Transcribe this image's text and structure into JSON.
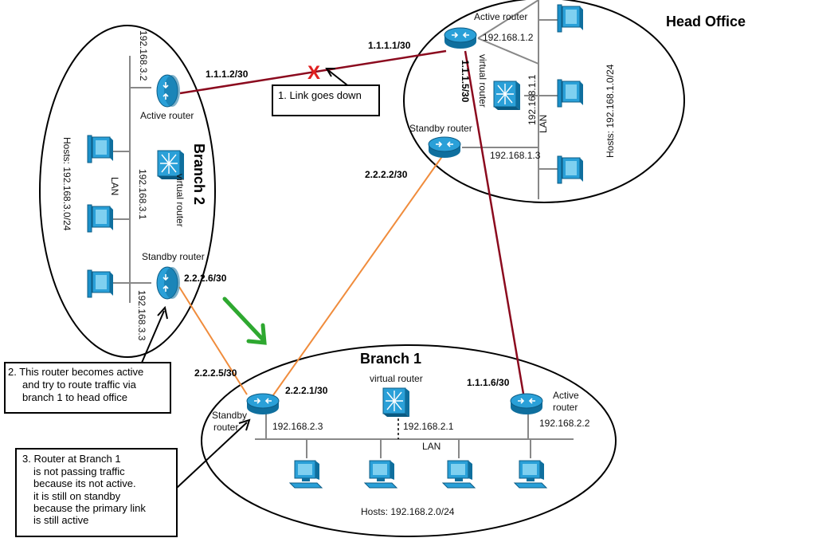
{
  "sites": {
    "head_office": {
      "title": "Head Office",
      "active_router": "Active router",
      "active_router_ip": "192.168.1.2",
      "virtual_router": "virtual router",
      "virtual_router_ip": "192.168.1.1",
      "standby_router": "Standby router",
      "standby_router_ip": "192.168.1.3",
      "lan": "LAN",
      "hosts": "Hosts: 192.168.1.0/24"
    },
    "branch1": {
      "title": "Branch 1",
      "standby_router_line1": "Standby",
      "standby_router_line2": "router",
      "standby_router_ip": "192.168.2.3",
      "virtual_router": "virtual router",
      "virtual_router_ip": "192.168.2.1",
      "active_router_line1": "Active",
      "active_router_line2": "router",
      "active_router_ip": "192.168.2.2",
      "lan": "LAN",
      "hosts": "Hosts:  192.168.2.0/24"
    },
    "branch2": {
      "title": "Branch 2",
      "active_router": "Active router",
      "active_router_ip": "192.168.3.2",
      "virtual_router": "virtual router",
      "virtual_router_ip": "192.168.3.1",
      "standby_router": "Standby router",
      "standby_router_ip": "192.168.3.3",
      "lan": "LAN",
      "hosts": "Hosts: 192.168.3.0/24"
    }
  },
  "links": {
    "ho_active_b2": "1.1.1.1/30",
    "b2_active_ho": "1.1.1.2/30",
    "ho_active_b1": "1.1.1.5/30",
    "b1_active_ho": "1.1.1.6/30",
    "ho_standby_b1": "2.2.2.2/30",
    "b1_standby_ho": "2.2.2.1/30",
    "b2_standby_b1": "2.2.2.6/30",
    "b1_standby_b2": "2.2.2.5/30",
    "failure_mark": "X"
  },
  "notes": {
    "note1": "1. Link goes down",
    "note2": [
      "2. This router becomes active",
      "and try to route traffic via",
      "branch 1 to head office"
    ],
    "note3": [
      "3. Router at Branch 1",
      "is not passing traffic",
      "because its not active.",
      "it is still on standby",
      "because the primary link",
      "is still active"
    ]
  },
  "colors": {
    "router": "#1a8fc9",
    "wan_primary": "#8b0a1e",
    "wan_backup": "#f08c3c",
    "arrow_green": "#2ea830",
    "fail_x": "#e02020"
  }
}
